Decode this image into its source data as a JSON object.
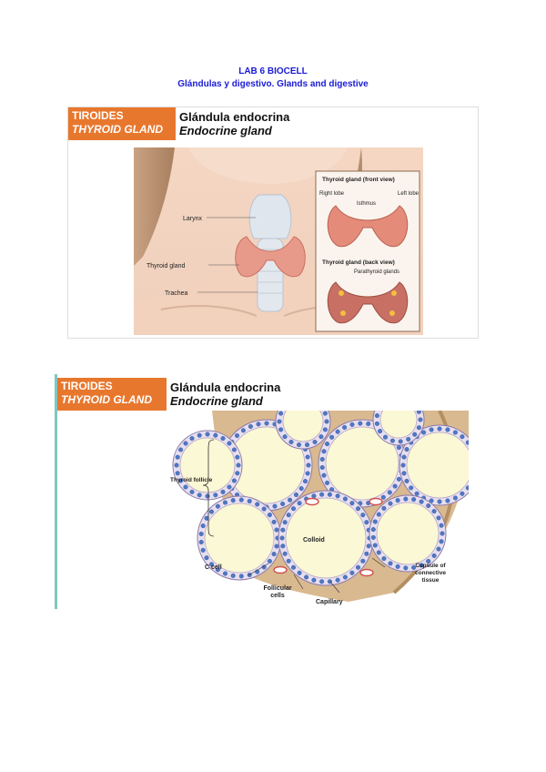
{
  "document": {
    "title": "LAB 6 BIOCELL",
    "subtitle": "Glándulas y digestivo. Glands and digestive"
  },
  "slide1": {
    "label_es": "TIROIDES",
    "label_en": "THYROID GLAND",
    "side_es": "Glándula endocrina",
    "side_en": "Endocrine gland",
    "annotations": {
      "larynx": "Larynx",
      "thyroid": "Thyroid gland",
      "trachea": "Trachea",
      "front_title": "Thyroid gland (front view)",
      "right_lobe": "Right lobe",
      "left_lobe": "Left lobe",
      "isthmus": "Isthmus",
      "back_title": "Thyroid gland (back view)",
      "parathyroid": "Parathyroid glands"
    }
  },
  "slide2": {
    "label_es": "TIROIDES",
    "label_en": "THYROID GLAND",
    "side_es": "Glándula endocrina",
    "side_en": "Endocrine gland",
    "annotations": {
      "follicle": "Thyroid follicle",
      "colloid": "Colloid",
      "ccell": "C cell",
      "follicular": "Follicular cells",
      "capillary": "Capillary",
      "capsule": "Capsule of connective tissue"
    }
  },
  "colors": {
    "heading": "#1a1ad6",
    "label_bg": "#e8772e",
    "teal_border": "#7fc7c0"
  }
}
